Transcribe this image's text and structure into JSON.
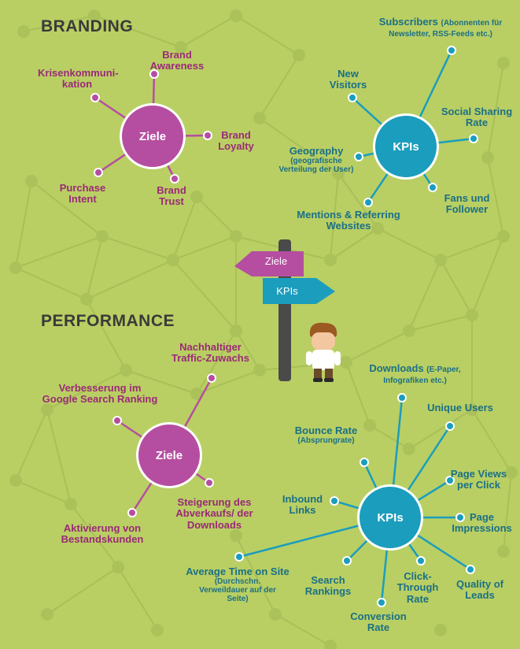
{
  "branding": {
    "title": "BRANDING",
    "goals_hub": "Ziele",
    "goals": [
      "Krisenkommuni-\nkation",
      "Brand\nAwareness",
      "Brand\nLoyalty",
      "Brand\nTrust",
      "Purchase\nIntent"
    ],
    "kpi_hub": "KPIs",
    "kpis": {
      "subscribers": "Subscribers",
      "subscribers_note": "(Abonnenten für\nNewsletter, RSS-Feeds etc.)",
      "new_visitors": "New\nVisitors",
      "social_sharing": "Social Sharing\nRate",
      "geography": "Geography",
      "geography_note": "(geografische\nVerteilung der User)",
      "fans": "Fans und\nFollower",
      "mentions": "Mentions & Referring\nWebsites"
    }
  },
  "sign": {
    "left": "Ziele",
    "right": "KPIs"
  },
  "performance": {
    "title": "PERFORMANCE",
    "goals_hub": "Ziele",
    "goals": {
      "traffic": "Nachhaltiger\nTraffic-Zuwachs",
      "ranking": "Verbesserung im\nGoogle Search Ranking",
      "sales": "Steigerung des\nAbverkaufs/ der\nDownloads",
      "reactivation": "Aktivierung von\nBestandskunden"
    },
    "kpi_hub": "KPIs",
    "kpis": {
      "downloads": "Downloads",
      "downloads_note": "(E-Paper,\nInfografiken etc.)",
      "unique_users": "Unique Users",
      "bounce": "Bounce Rate",
      "bounce_note": "(Absprungrate)",
      "page_views": "Page Views\nper Click",
      "inbound": "Inbound\nLinks",
      "impressions": "Page\nImpressions",
      "avg_time": "Average Time on Site",
      "avg_time_note": "(Durchschn.\nVerweildauer auf der\nSeite)",
      "search_rankings": "Search\nRankings",
      "ctr": "Click-\nThrough\nRate",
      "quality": "Quality of\nLeads",
      "conversion": "Conversion\nRate"
    }
  },
  "colors": {
    "background": "#b9cf63",
    "goals": "#b54ea0",
    "kpis": "#1b9dbd",
    "goal_text": "#9a2a78",
    "kpi_text": "#1b6f86"
  }
}
